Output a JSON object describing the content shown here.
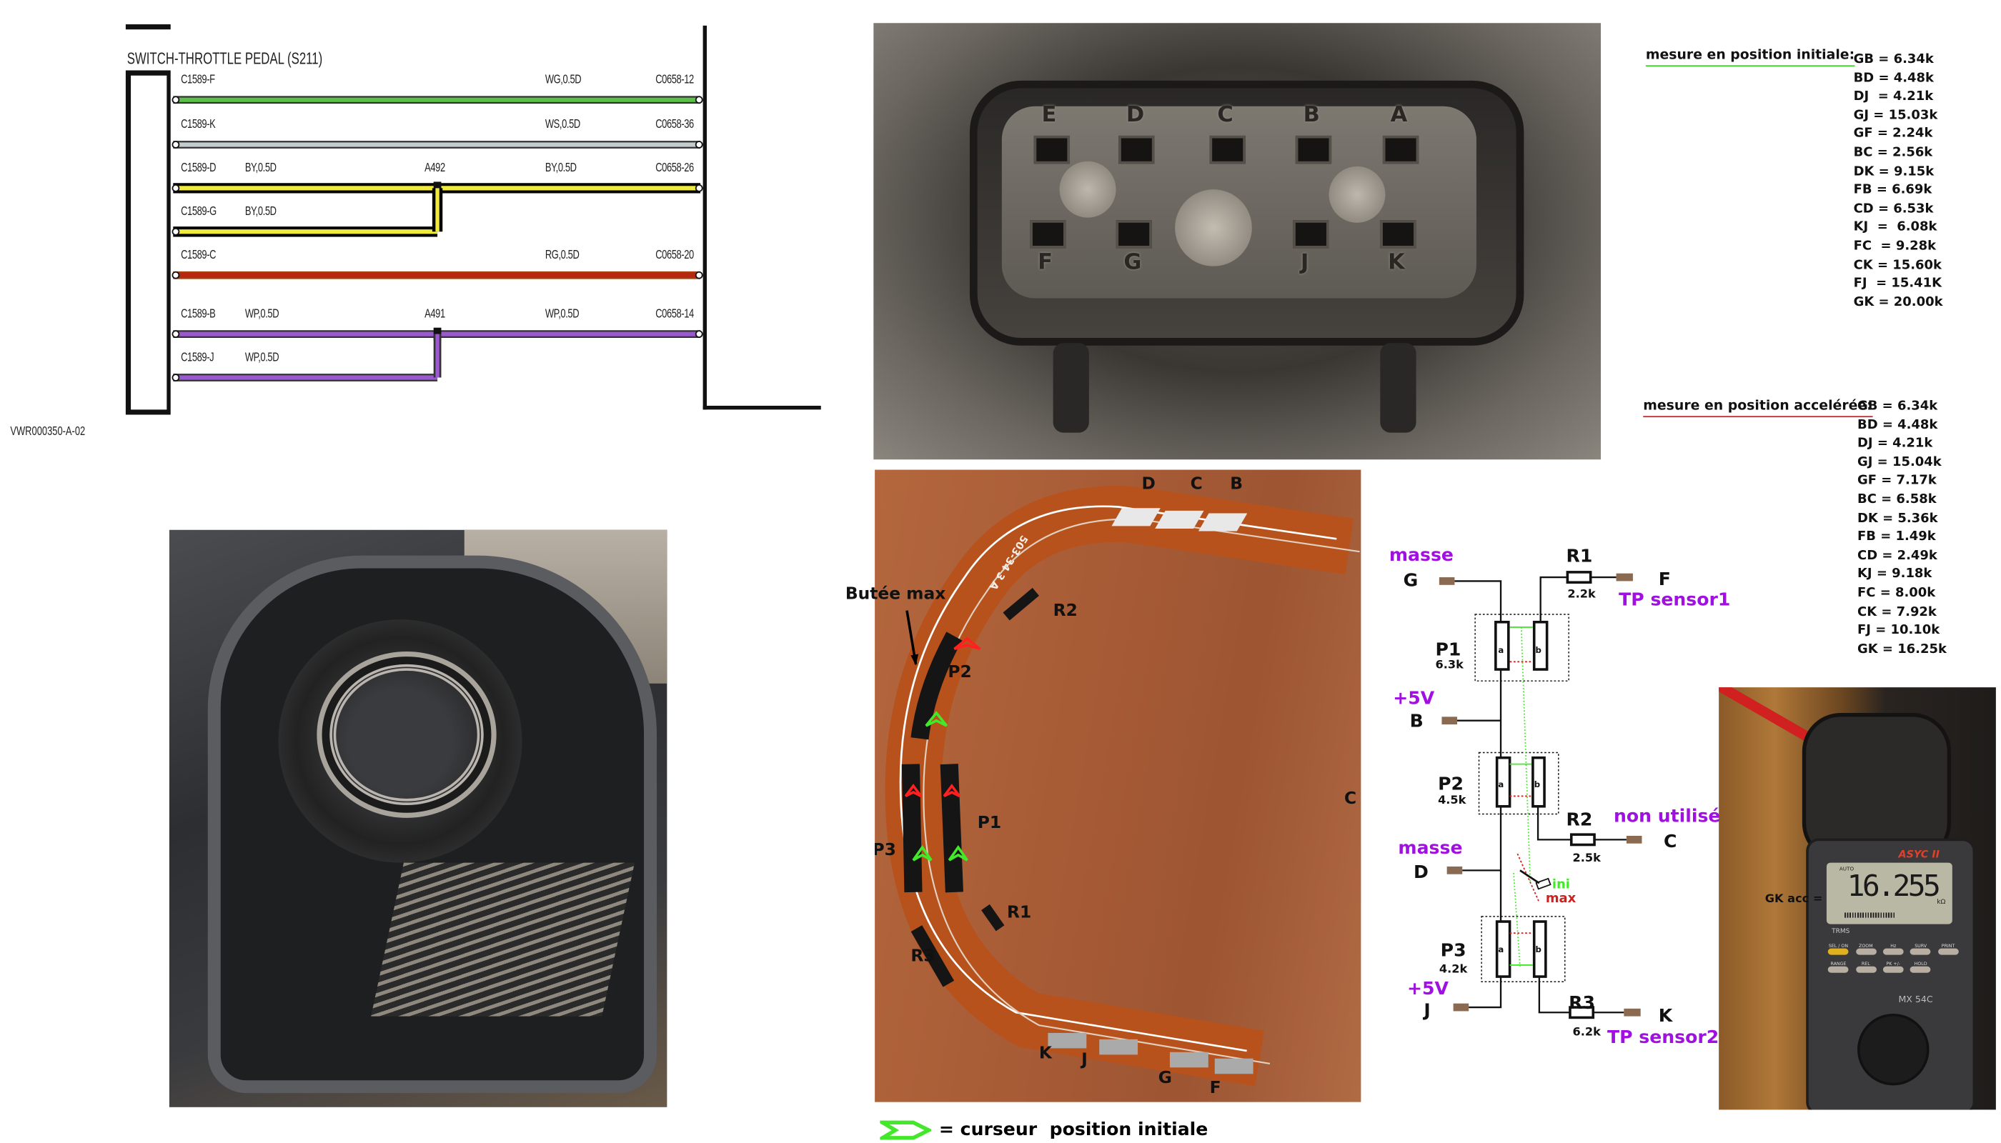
{
  "wiring": {
    "title": "SWITCH-THROTTLE PEDAL (S211)",
    "reference": "VWR000350-A-02",
    "rows": [
      {
        "pin": "C1589-F",
        "spec_left": "",
        "splice": "",
        "spec": "WG,0.5D",
        "dest": "C0658-12",
        "color": "#5cbf48",
        "edge": "#333"
      },
      {
        "pin": "C1589-K",
        "spec_left": "",
        "splice": "",
        "spec": "WS,0.5D",
        "dest": "C0658-36",
        "color": "#c4ccd0",
        "edge": "#333"
      },
      {
        "pin": "C1589-D",
        "spec_left": "BY,0.5D",
        "splice": "A492",
        "spec": "BY,0.5D",
        "dest": "C0658-26",
        "color": "#f0ea3c",
        "edge": "#000"
      },
      {
        "pin": "C1589-G",
        "spec_left": "BY,0.5D",
        "splice": "",
        "spec": "",
        "dest": "",
        "color": "#f0ea3c",
        "edge": "#000"
      },
      {
        "pin": "C1589-C",
        "spec_left": "",
        "splice": "",
        "spec": "RG,0.5D",
        "dest": "C0658-20",
        "color": "#b8260f",
        "edge": "#a04010"
      },
      {
        "pin": "C1589-B",
        "spec_left": "WP,0.5D",
        "splice": "A491",
        "spec": "WP,0.5D",
        "dest": "C0658-14",
        "color": "#9b59d0",
        "edge": "#333"
      },
      {
        "pin": "C1589-J",
        "spec_left": "WP,0.5D",
        "splice": "",
        "spec": "",
        "dest": "",
        "color": "#9b59d0",
        "edge": "#333"
      }
    ]
  },
  "connector_photo": {
    "top_pins": [
      "E",
      "D",
      "C",
      "B",
      "A"
    ],
    "bottom_pins": [
      "F",
      "G",
      "J",
      "K"
    ]
  },
  "measurements": {
    "initial": {
      "title": "mesure en position initiale:",
      "underline_color": "#3ecf2a",
      "values": [
        "GB = 6.34k",
        "BD = 4.48k",
        "DJ  = 4.21k",
        "GJ = 15.03k",
        "GF = 2.24k",
        "BC = 2.56k",
        "DK = 9.15k",
        "FB = 6.69k",
        "CD = 6.53k",
        "KJ  =  6.08k",
        "FC  = 9.28k",
        "CK = 15.60k",
        "FJ  = 15.41K",
        "GK = 20.00k"
      ]
    },
    "accelerated": {
      "title": "mesure en position accelérée:",
      "underline_color": "#d0202a",
      "values": [
        "GB = 6.34k",
        "BD = 4.48k",
        "DJ = 4.21k",
        "GJ = 15.04k",
        "GF = 7.17k",
        "BC = 6.58k",
        "DK = 5.36k",
        "FB = 1.49k",
        "CD = 2.49k",
        "KJ = 9.18k",
        "FC = 8.00k",
        "CK = 7.92k",
        "FJ = 10.10k",
        "GK = 16.25k"
      ]
    }
  },
  "flex_photo": {
    "labels": {
      "D": "D",
      "C": "C",
      "B": "B",
      "butee": "Butée max",
      "R2": "R2",
      "P2": "P2",
      "P1": "P1",
      "P3": "P3",
      "R1": "R1",
      "R3": "R3",
      "K": "K",
      "J": "J",
      "G": "G",
      "F": "F",
      "C_edge": "C"
    },
    "print_code": "503-34 3 A"
  },
  "legend": {
    "text": "= curseur  position initiale",
    "color": "#44e82a"
  },
  "schematic": {
    "accent": "#a010e0",
    "masse_top": "masse",
    "G": "G",
    "R1": "R1",
    "R1_value": "2.2k",
    "F": "F",
    "tp1": "TP sensor1",
    "P1": "P1",
    "P1_value": "6.3k",
    "plus5v_top": "+5V",
    "B": "B",
    "P2": "P2",
    "P2_value": "4.5k",
    "R2": "R2",
    "R2_value": "2.5k",
    "non_utilise": "non utilisé",
    "C": "C",
    "masse_mid": "masse",
    "D": "D",
    "ini": "ini",
    "max": "max",
    "P3": "P3",
    "P3_value": "4.2k",
    "plus5v_bottom": "+5V",
    "J": "J",
    "R3": "R3",
    "R3_value": "6.2k",
    "K": "K",
    "tp2": "TP sensor2",
    "a": "a",
    "b": "b"
  },
  "meter_photo": {
    "overlay_label": "GK acc =",
    "reading": "16.255",
    "unit": "kΩ",
    "auto": "AUTO",
    "brand": "ASYC II",
    "model": "MX 54C",
    "trms": "TRMS",
    "buttons": [
      "SEL / ON",
      "ZOOM",
      "Hz",
      "SURV",
      "PRINT",
      "RANGE",
      "REL",
      "PK +/-",
      "HOLD"
    ]
  }
}
